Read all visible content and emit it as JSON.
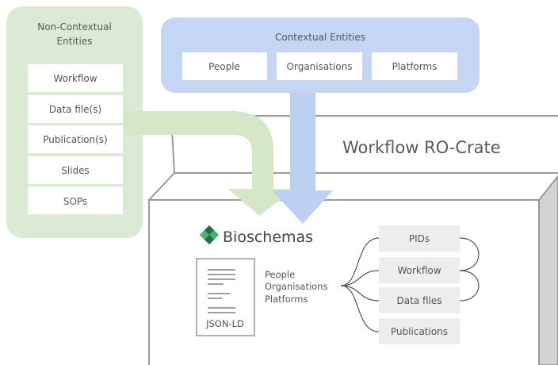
{
  "non_contextual": {
    "title_line1": "Non-Contextual",
    "title_line2": "Entities",
    "items": [
      "Workflow",
      "Data file(s)",
      "Publication(s)",
      "Slides",
      "SOPs"
    ]
  },
  "contextual": {
    "title": "Contextual Entities",
    "items": [
      "People",
      "Organisations",
      "Platforms"
    ]
  },
  "crate": {
    "title": "Workflow RO-Crate"
  },
  "bioschemas": {
    "logo_text": "Bioschemas"
  },
  "jsonld": {
    "label": "JSON-LD"
  },
  "entity_list": {
    "lines": [
      "People",
      "Organisations",
      "Platforms"
    ]
  },
  "right_items": [
    "PIDs",
    "Workflow",
    "Data files",
    "Publications"
  ],
  "colors": {
    "green_panel": "#dbebd3",
    "blue_panel": "#c5d6f5",
    "green_arrow": "#d4e8c8",
    "blue_arrow": "#bcd0f2",
    "grey_box": "#ededed",
    "outline": "#9a9a9a",
    "bioschemas_green": "#2e9b5a"
  }
}
